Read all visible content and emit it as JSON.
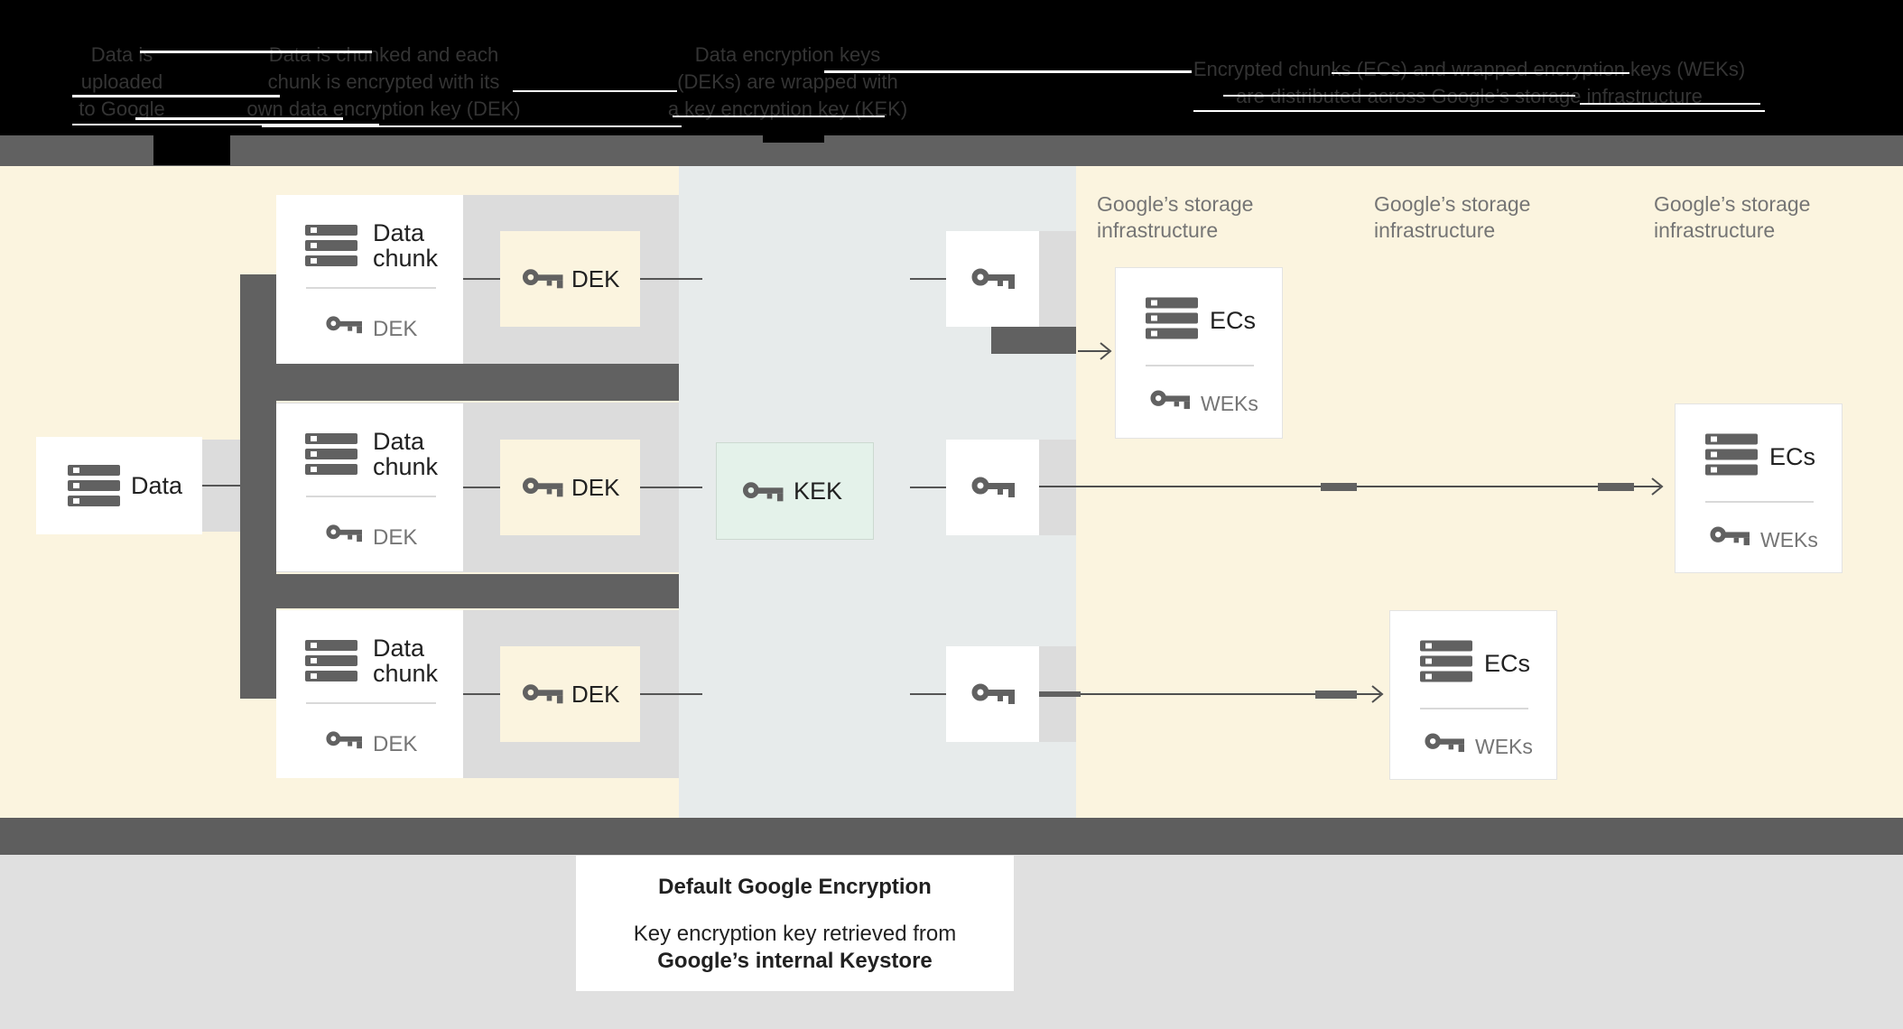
{
  "banner": {
    "step1": {
      "line1": "Data is",
      "line2": "uploaded",
      "line3": "to Google"
    },
    "step2": {
      "line1": "Data is chunked and each",
      "line2": "chunk is encrypted with its",
      "line3": "own data encryption key (DEK)"
    },
    "step3": {
      "line1": "Data encryption keys",
      "line2": "(DEKs) are wrapped with",
      "line3": "a key encryption key (KEK)"
    },
    "step4": {
      "line1": "Encrypted chunks (ECs) and wrapped encryption keys (WEKs)",
      "line2": "are distributed across Google’s storage infrastructure"
    }
  },
  "diagram": {
    "data_card": {
      "label": "Data"
    },
    "chunk_card": {
      "title_line1": "Data",
      "title_line2": "chunk",
      "key_label": "DEK"
    },
    "dek_box_label": "DEK",
    "kek_box_label": "KEK",
    "storage_label": {
      "line1": "Google’s storage",
      "line2": "infrastructure"
    },
    "ec_card": {
      "title": "ECs",
      "key_label": "WEKs"
    }
  },
  "footer": {
    "title": "Default Google Encryption",
    "body_line1": "Key encryption key retrieved from",
    "body_line2": "Google’s internal Keystore"
  },
  "colors": {
    "banner_bg": "#000000",
    "bar": "#616161",
    "panel_yellow": "#fbf4df",
    "panel_gray_blue": "#e7ebeb",
    "band_gray": "#dcdcdc",
    "kek_green": "#e4f2ea",
    "muted_text": "#757575",
    "dark_text": "#212121",
    "footer_bg": "#e0e0e0"
  }
}
